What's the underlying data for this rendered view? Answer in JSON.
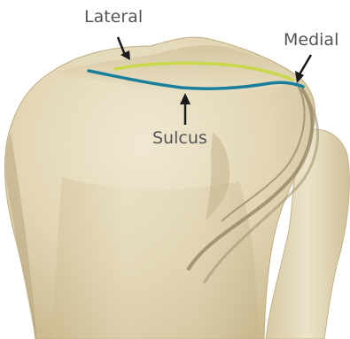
{
  "labels": {
    "lateral": "Lateral",
    "medial": "Medial",
    "sulcus": "Sulcus"
  },
  "colors": {
    "label_text": "#555555",
    "arrow": "#1a1a1a",
    "lateral_ridge_line": "#c8d84a",
    "sulcus_line": "#1a7f9a",
    "bone_light": "#ede4cc",
    "bone_mid": "#ddd0ac",
    "bone_shadow": "#b8a880",
    "tendon": "#8f8160"
  }
}
